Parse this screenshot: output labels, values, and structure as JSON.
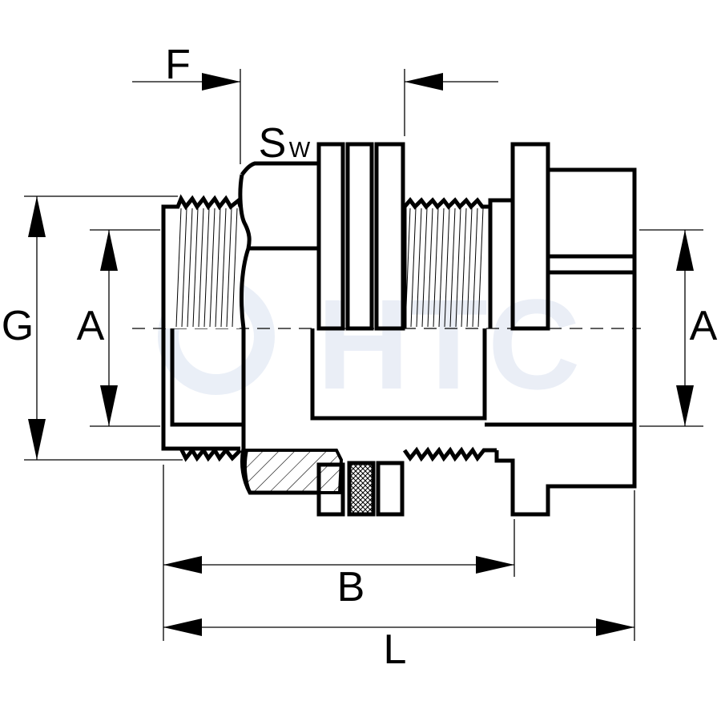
{
  "labels": {
    "f": "F",
    "sw_main": "S",
    "sw_sub": "W",
    "g": "G",
    "a_left": "A",
    "a_right": "A",
    "b": "B",
    "l": "L"
  },
  "watermark": {
    "text": "HTC",
    "color": "#e8edf6"
  },
  "colors": {
    "line": "#000000",
    "background": "#ffffff"
  }
}
